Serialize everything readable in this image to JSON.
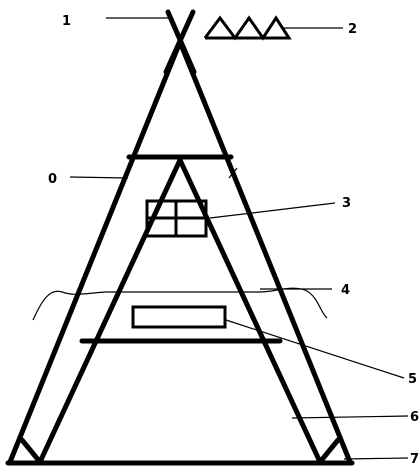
{
  "labels": {
    "label_0": "0",
    "label_1": "1",
    "label_2": "2",
    "label_3": "3",
    "label_4": "4",
    "label_5": "5",
    "label_6": "6",
    "label_7": "7"
  },
  "colors": {
    "ink": "#000000",
    "background": "#ffffff"
  }
}
